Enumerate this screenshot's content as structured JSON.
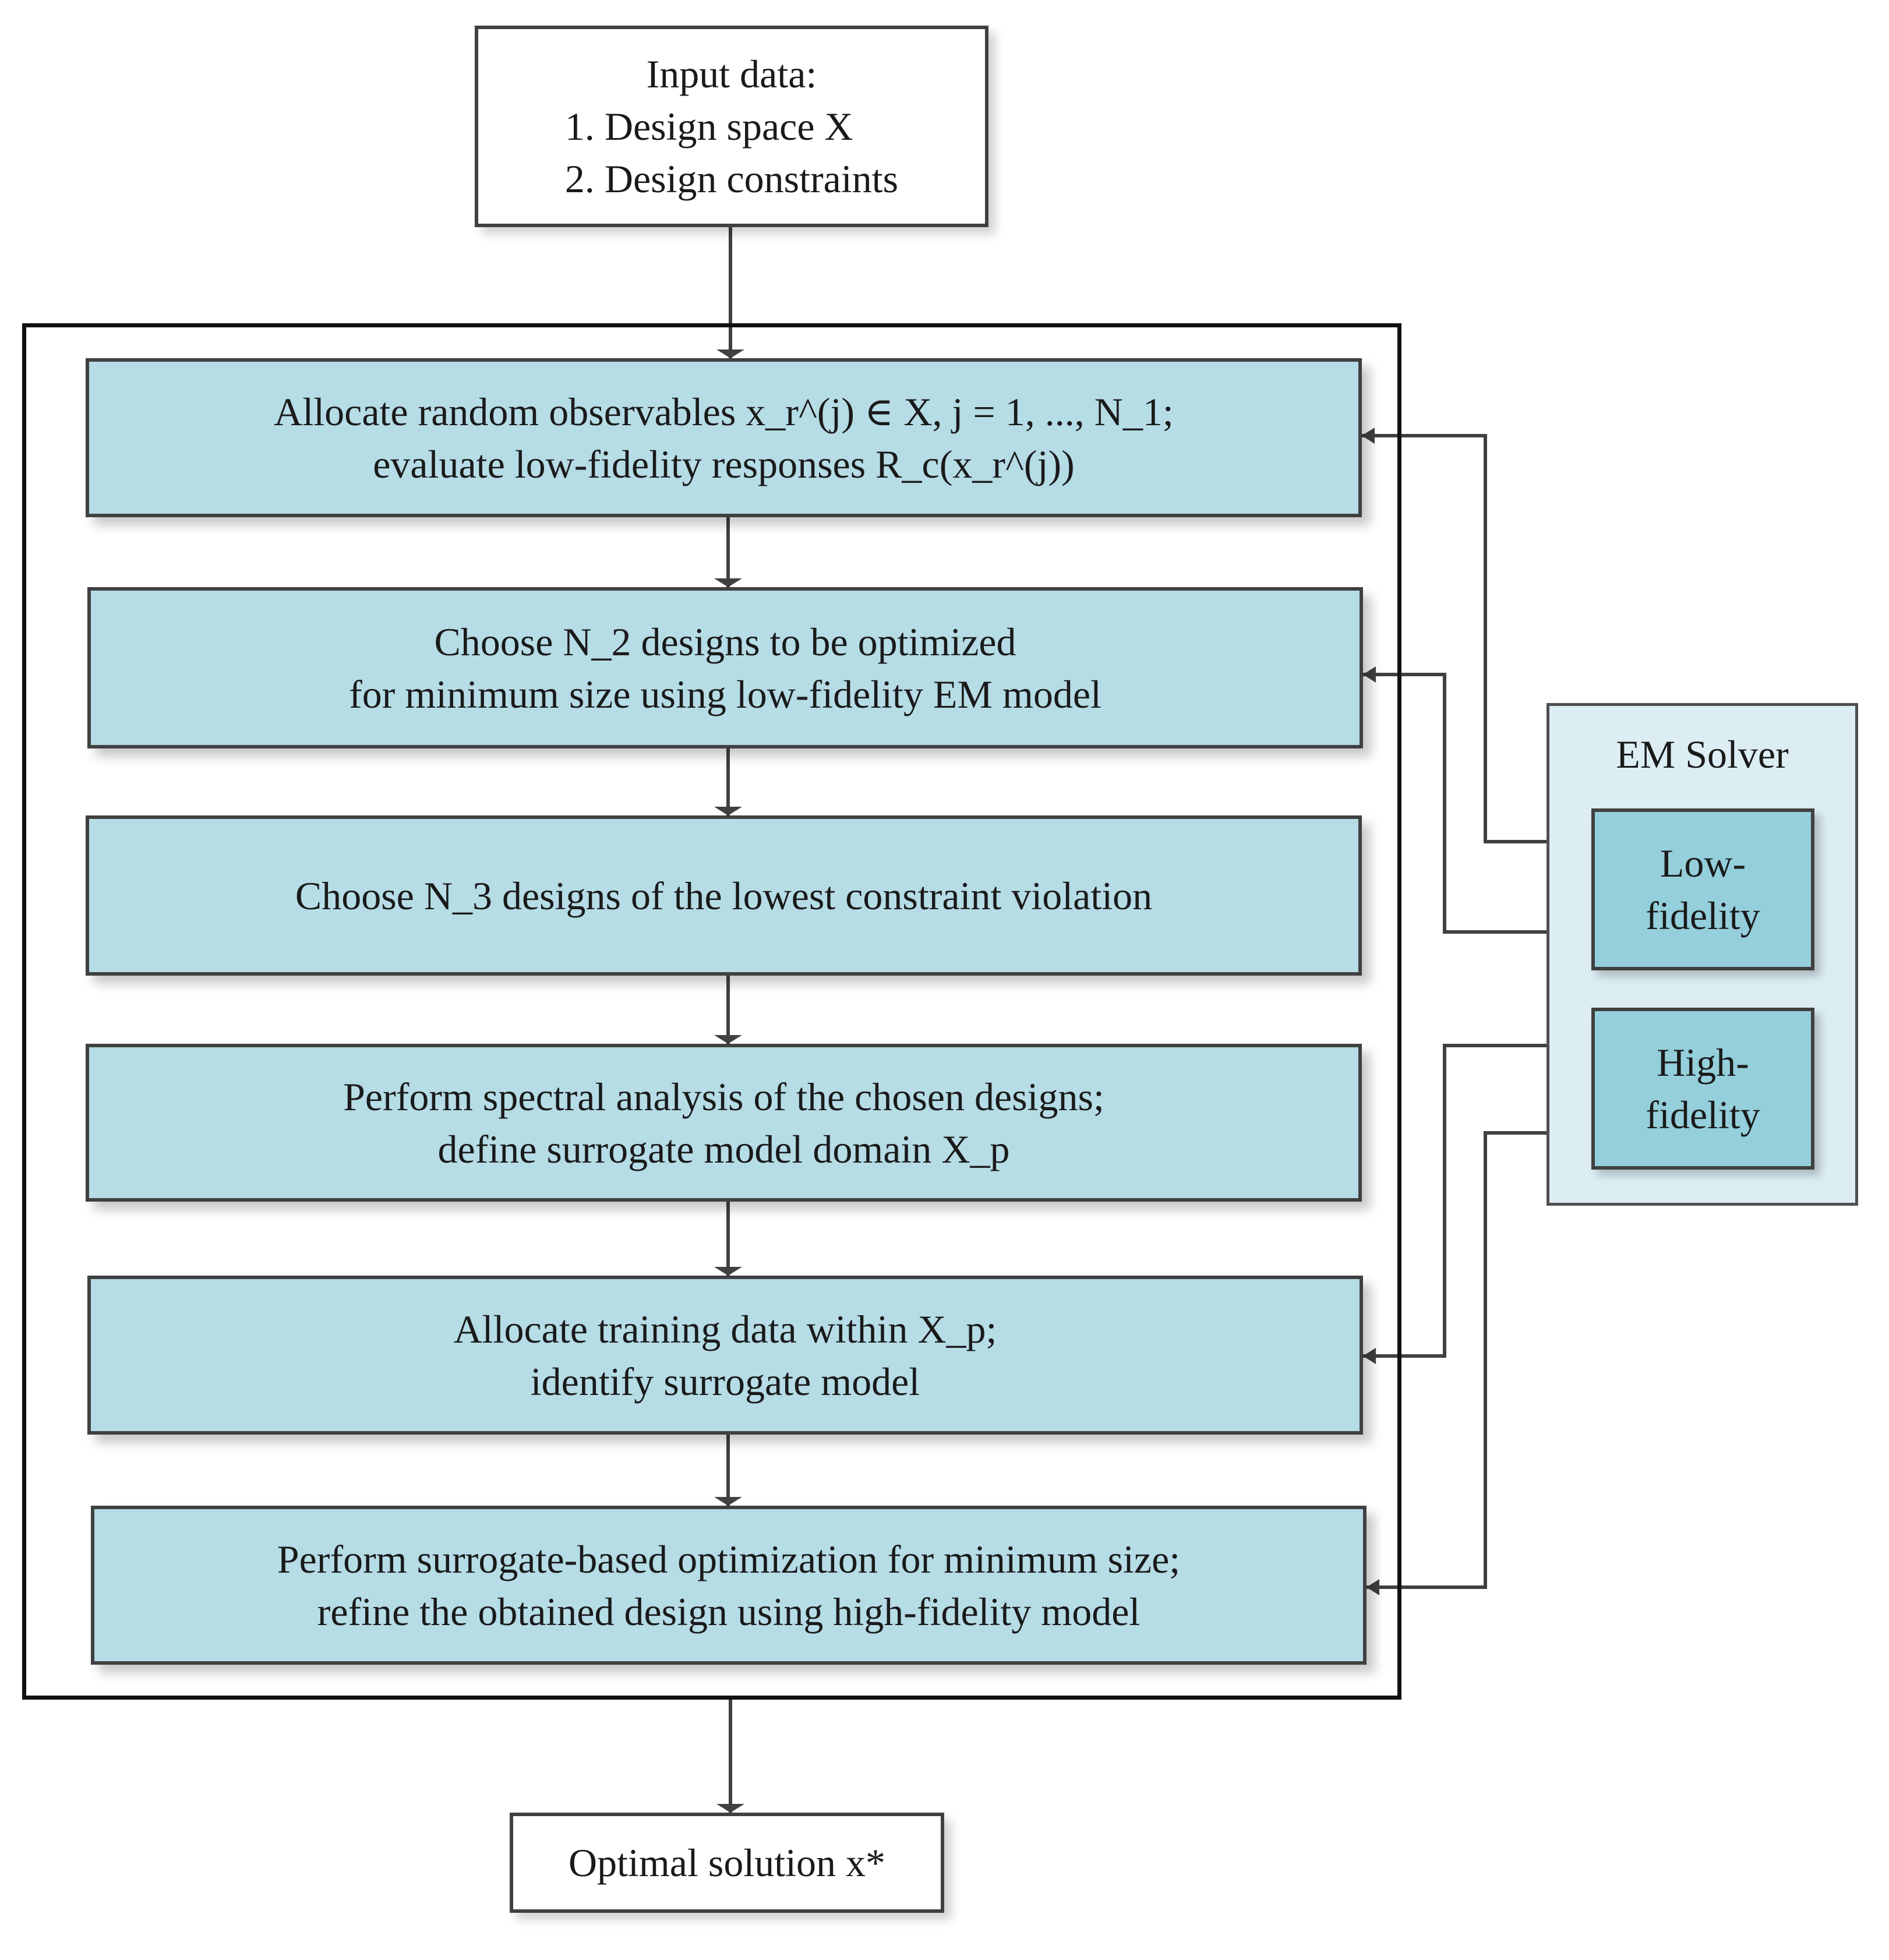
{
  "input_box": {
    "title": "Input data:",
    "item1": "1. Design space X",
    "item2": "2. Design constraints"
  },
  "steps": [
    {
      "line1": "Allocate random observables x_r^(j) ∈ X, j = 1, ..., N_1;",
      "line2": "evaluate low-fidelity responses R_c(x_r^(j))"
    },
    {
      "line1": "Choose N_2 designs to be optimized",
      "line2": "for minimum size using low-fidelity EM model"
    },
    {
      "line1": "Choose N_3 designs of the lowest constraint violation"
    },
    {
      "line1": "Perform spectral analysis of the chosen designs;",
      "line2": "define surrogate model domain X_p"
    },
    {
      "line1": "Allocate training data within X_p;",
      "line2": "identify surrogate model"
    },
    {
      "line1": "Perform surrogate-based optimization for minimum size;",
      "line2": "refine the obtained design using high-fidelity model"
    }
  ],
  "solver": {
    "title": "EM Solver",
    "low_line1": "Low-",
    "low_line2": "fidelity",
    "high_line1": "High-",
    "high_line2": "fidelity"
  },
  "output_box": {
    "label": "Optimal solution x*"
  },
  "colors": {
    "step_fill": "#b6dce6",
    "solver_fill": "#dceef4",
    "fidelity_fill": "#94cfdb",
    "border": "#404040"
  }
}
